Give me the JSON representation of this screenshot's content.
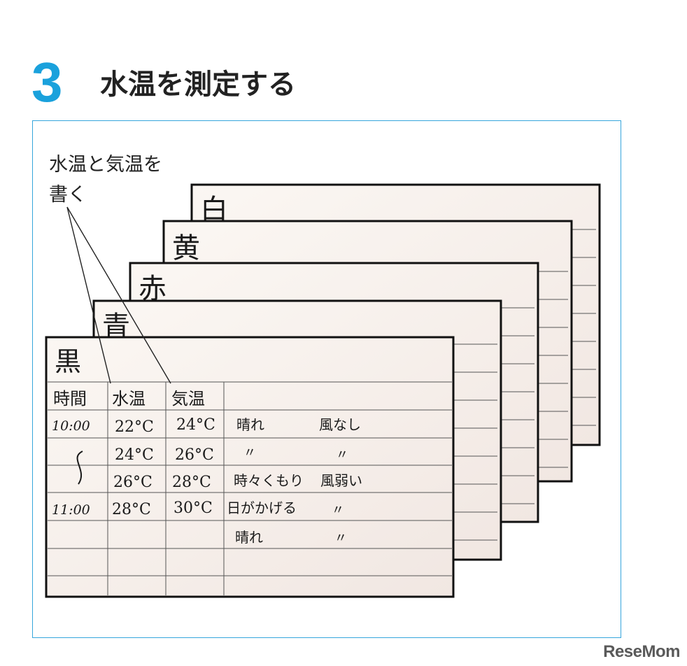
{
  "heading": {
    "number": "3",
    "title": "水温を測定する"
  },
  "caption": {
    "line1": "水温と気温を",
    "line2": "書く"
  },
  "cards": {
    "back_labels": [
      "白",
      "黄",
      "赤",
      "青"
    ],
    "front_label": "黒"
  },
  "table": {
    "headers": [
      "時間",
      "水温",
      "気温"
    ],
    "rows": [
      {
        "time": "10:00",
        "water": "22°C",
        "air": "24°C",
        "weather": "晴れ",
        "wind": "風なし"
      },
      {
        "time": "",
        "water": "24°C",
        "air": "26°C",
        "weather": "〃",
        "wind": "〃"
      },
      {
        "time": "",
        "water": "26°C",
        "air": "28°C",
        "weather": "時々くもり",
        "wind": "風弱い"
      },
      {
        "time": "11:00",
        "water": "28°C",
        "air": "30°C",
        "weather": "日がかげる",
        "wind": "〃"
      },
      {
        "time": "",
        "water": "",
        "air": "",
        "weather": "晴れ",
        "wind": "〃"
      }
    ]
  },
  "colors": {
    "accent": "#1aa1dc",
    "card": "#f6efea",
    "ink": "#1a1a1a"
  },
  "brand": "ReseMom"
}
